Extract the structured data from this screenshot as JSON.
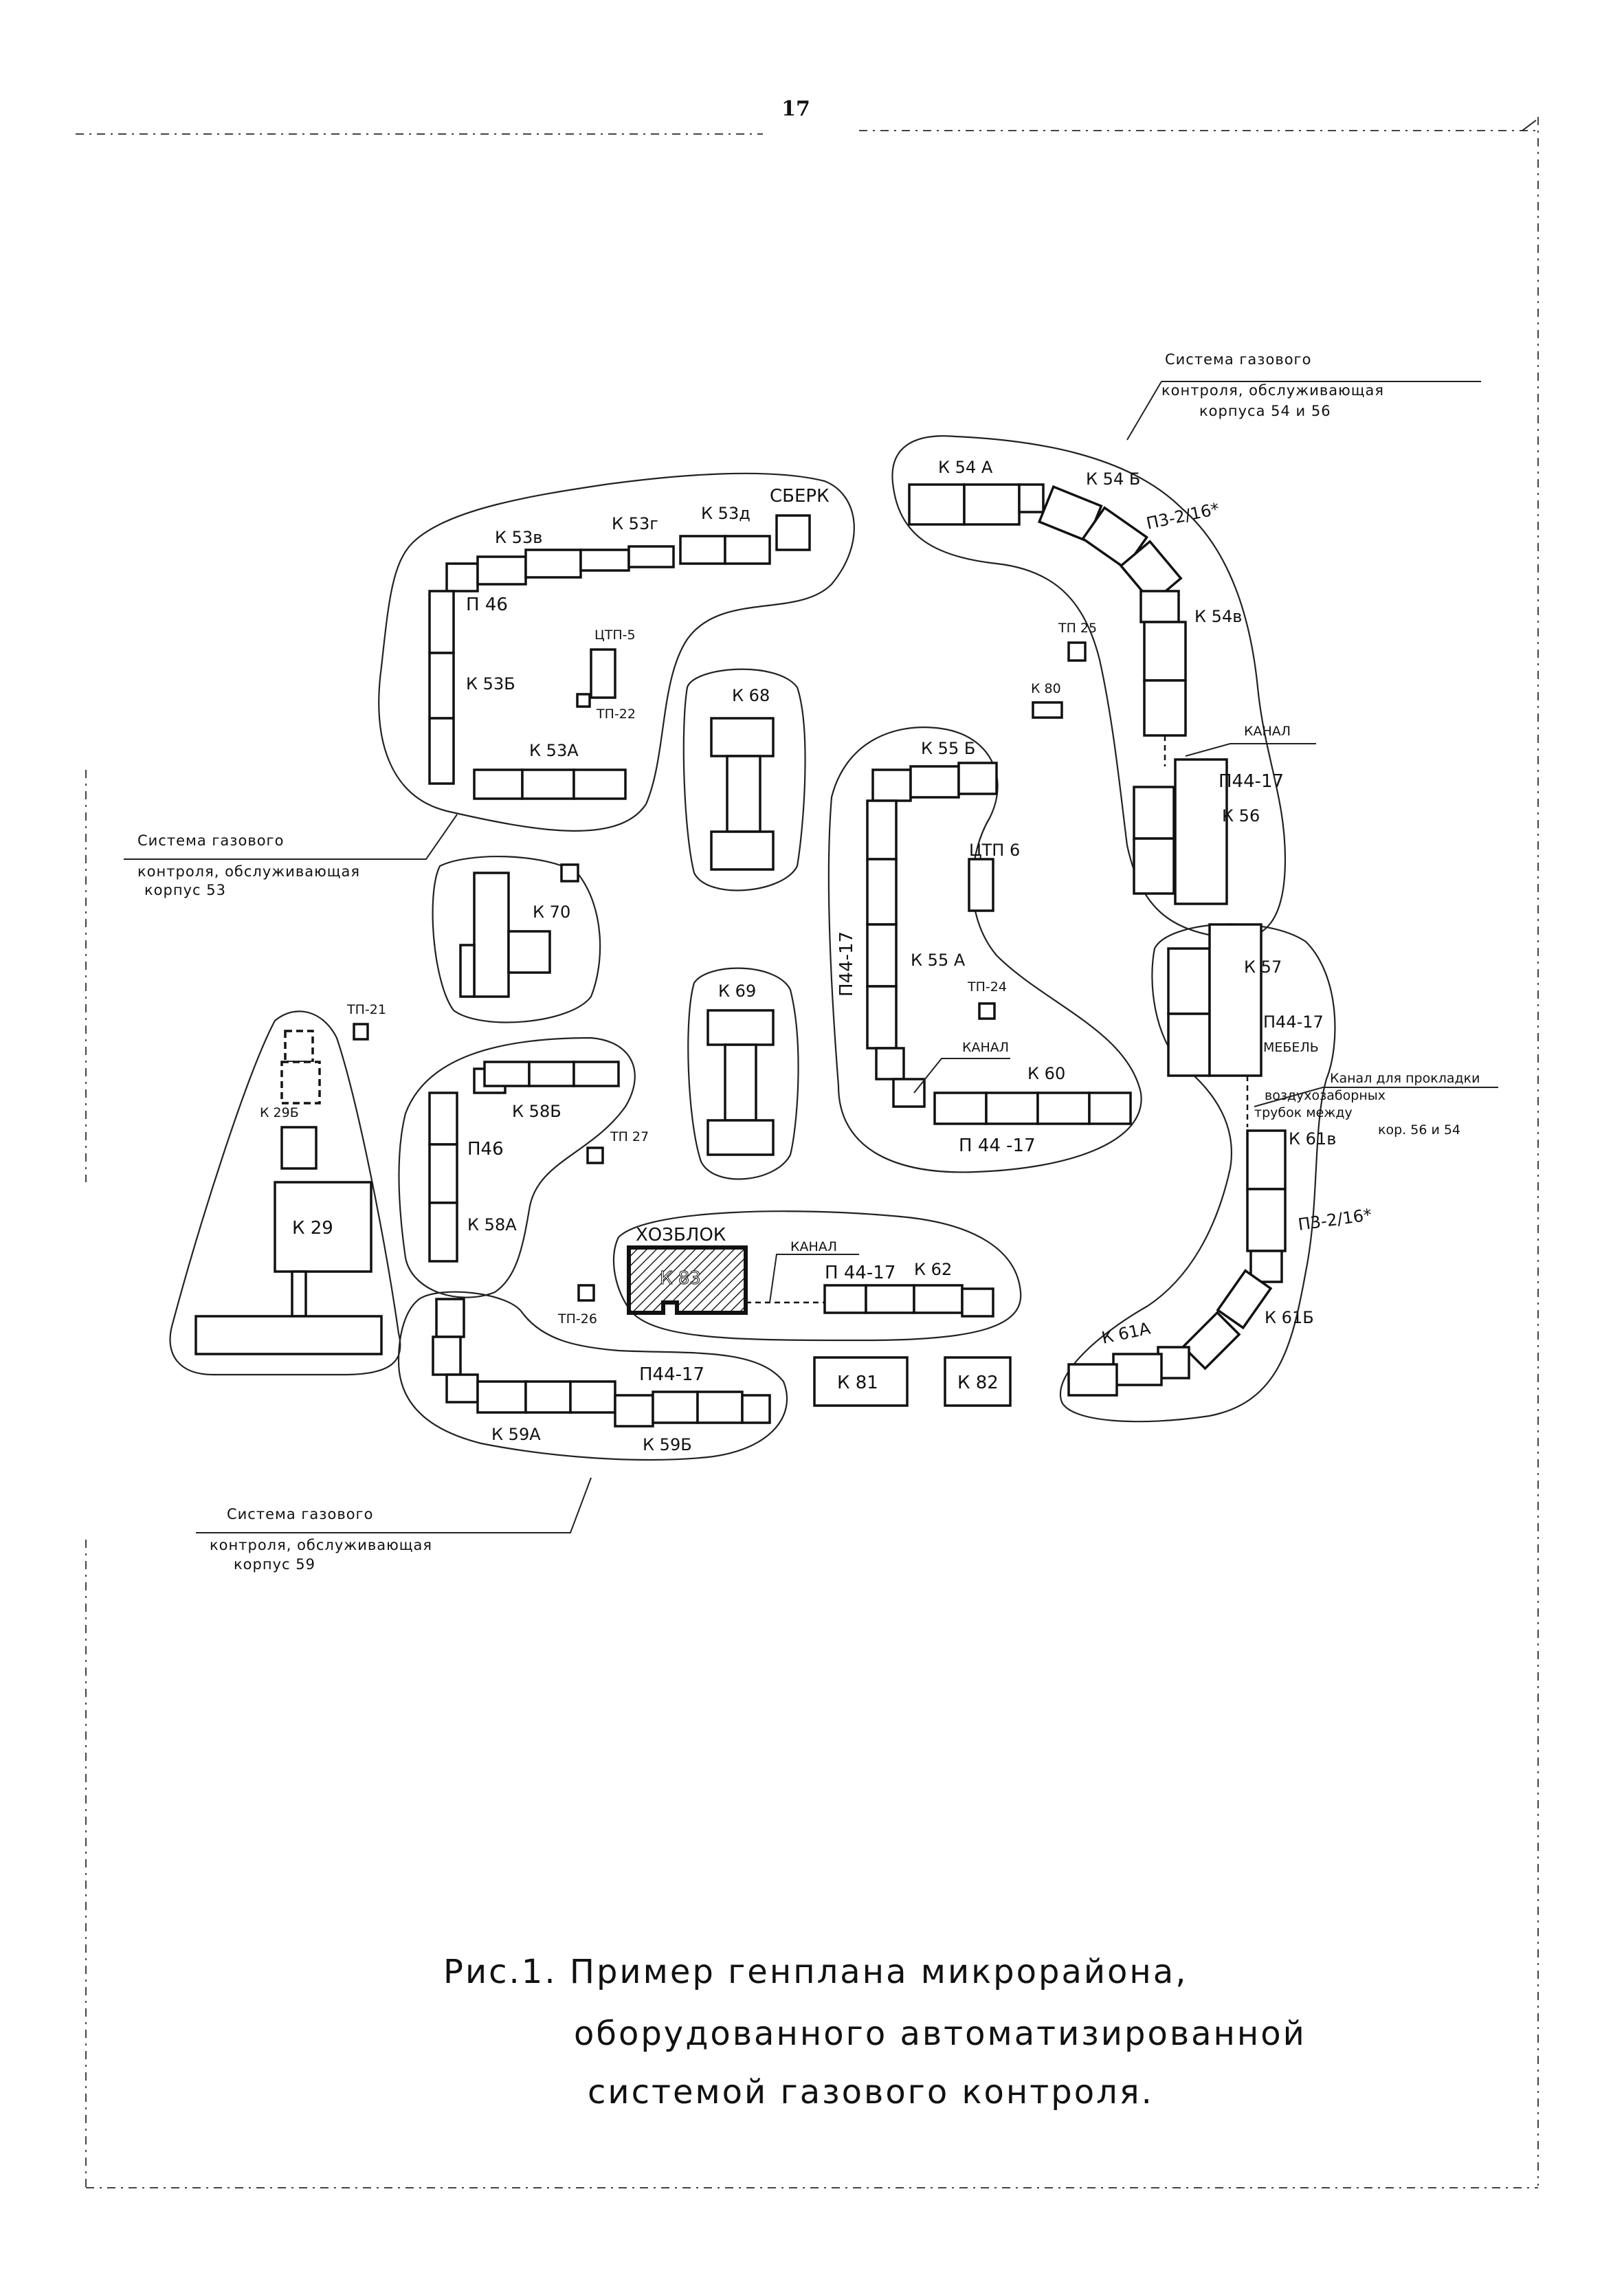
{
  "page_number": "17",
  "caption": {
    "line1": "Рис.1. Пример генплана микрорайона,",
    "line2": "оборудованного автоматизированной",
    "line3": "системой газового контроля."
  },
  "notes": {
    "gas_54_56_line1": "Система газового",
    "gas_54_56_line2": "контроля, обслуживающая",
    "gas_54_56_line3": "корпуса 54 и 56",
    "gas_53_line1": "Система газового",
    "gas_53_line2": "контроля, обслуживающая",
    "gas_53_line3": "корпус 53",
    "gas_59_line1": "Система газового",
    "gas_59_line2": "контроля, обслуживающая",
    "gas_59_line3": "корпус 59",
    "duct_line1": "Канал для прокладки",
    "duct_line2": "воздухозаборных",
    "duct_line3": "трубок между",
    "duct_line4": "кор. 56 и 54"
  },
  "labels": {
    "k54a": "К 54 А",
    "k54b": "К 54 Б",
    "p3_top": "П3-2/16*",
    "k54v": "К 54в",
    "tp25": "ТП 25",
    "k80": "К 80",
    "canal_54": "КАНАЛ",
    "p44_56": "П44-17",
    "k56": "К 56",
    "k53v": "К 53в",
    "k53g": "К 53г",
    "k53d": "К 53д",
    "sberk": "СБЕРК",
    "p46_53": "П 46",
    "ctp5": "ЦТП-5",
    "k53b": "К 53Б",
    "tp22": "ТП-22",
    "k53a": "К 53А",
    "k68": "К 68",
    "k55b": "К 55 Б",
    "ctp6": "ЦТП 6",
    "p44_55": "П44-17",
    "k55a": "К 55 А",
    "tp24": "ТП-24",
    "canal_55": "КАНАЛ",
    "k60": "К 60",
    "p44_60": "П 44 -17",
    "k70": "К 70",
    "k69": "К 69",
    "k57": "К 57",
    "p44_57": "П44-17",
    "mebel": "МЕБЕЛЬ",
    "tp21": "ТП-21",
    "k29b": "К 29Б",
    "k29": "К 29",
    "k58b": "К 58Б",
    "p46_58": "П46",
    "tp27": "ТП 27",
    "k58a": "К 58А",
    "k61v": "К 61в",
    "p3_bottom": "П3-2/16*",
    "khozblok": "ХОЗБЛОК",
    "k83": "К 83",
    "canal_62": "КАНАЛ",
    "p44_62": "П 44-17",
    "k62": "К 62",
    "tp26": "ТП-26",
    "k61b": "К 61Б",
    "k61a": "К 61А",
    "p44_59": "П44-17",
    "k81": "К 81",
    "k82": "К 82",
    "k59a": "К 59А",
    "k59b": "К 59Б"
  }
}
